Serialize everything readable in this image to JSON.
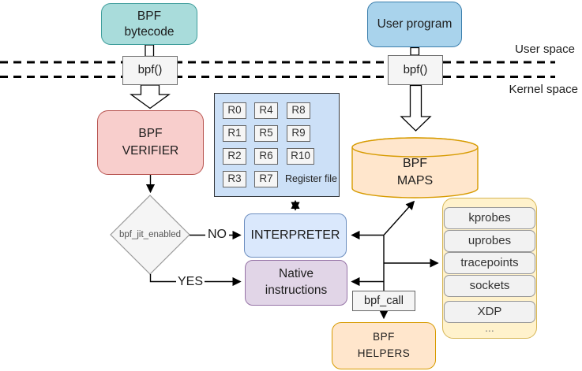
{
  "nodes": {
    "bpf_bytecode": "BPF\nbytecode",
    "user_program": "User program",
    "bpf_syscall_left": "bpf()",
    "bpf_syscall_right": "bpf()",
    "bpf_verifier": "BPF\nVERIFIER",
    "jit_check": "bpf_jit_enabled",
    "interpreter": "INTERPRETER",
    "native_instructions": "Native\ninstructions",
    "bpf_maps": "BPF\nMAPS",
    "bpf_call": "bpf_call",
    "bpf_helpers": "BPF\nHELPERS"
  },
  "edge_labels": {
    "no": "NO",
    "yes": "YES"
  },
  "space_labels": {
    "user": "User space",
    "kernel": "Kernel space"
  },
  "register_file": {
    "caption": "Register file",
    "registers": [
      "R0",
      "R1",
      "R2",
      "R3",
      "R4",
      "R5",
      "R6",
      "R7",
      "R8",
      "R9",
      "R10"
    ]
  },
  "attach_points": {
    "items": [
      "kprobes",
      "uprobes",
      "tracepoints",
      "sockets",
      "XDP",
      "..."
    ]
  },
  "colors": {
    "bytecode_fill": "#a9dcdb",
    "bytecode_stroke": "#3f9e9c",
    "user_program_fill": "#a9d3ec",
    "user_program_stroke": "#3c7fad",
    "verifier_fill": "#f8cecc",
    "verifier_stroke": "#b85450",
    "register_file_fill": "#cce0f7",
    "register_file_stroke": "#36393d",
    "interpreter_fill": "#dae8fc",
    "interpreter_stroke": "#6c8ebf",
    "native_fill": "#e1d5e7",
    "native_stroke": "#9673a6",
    "maps_fill": "#ffe6cc",
    "maps_stroke": "#d79b00",
    "helpers_fill": "#ffe6cc",
    "helpers_stroke": "#d79b00",
    "hooks_fill": "#fff2cc",
    "hooks_stroke": "#d6b656",
    "gray_fill": "#f5f5f5"
  }
}
